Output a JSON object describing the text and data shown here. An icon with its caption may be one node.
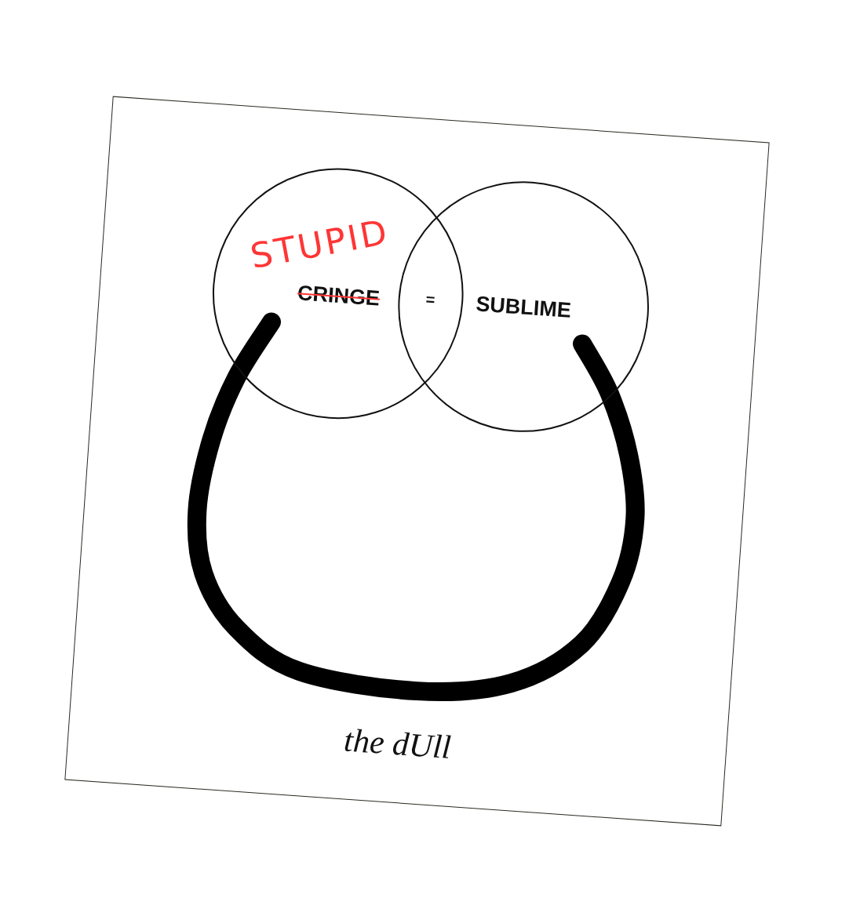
{
  "diagram": {
    "nodes": [
      {
        "text": [
          "STUPID",
          "CRINGE"
        ]
      },
      {
        "text": [
          "SUBLIME"
        ]
      }
    ],
    "edges": [
      {
        "from": 0,
        "to": 1,
        "arrow": "none",
        "label": "the dUll"
      }
    ],
    "labels": [
      "="
    ]
  }
}
